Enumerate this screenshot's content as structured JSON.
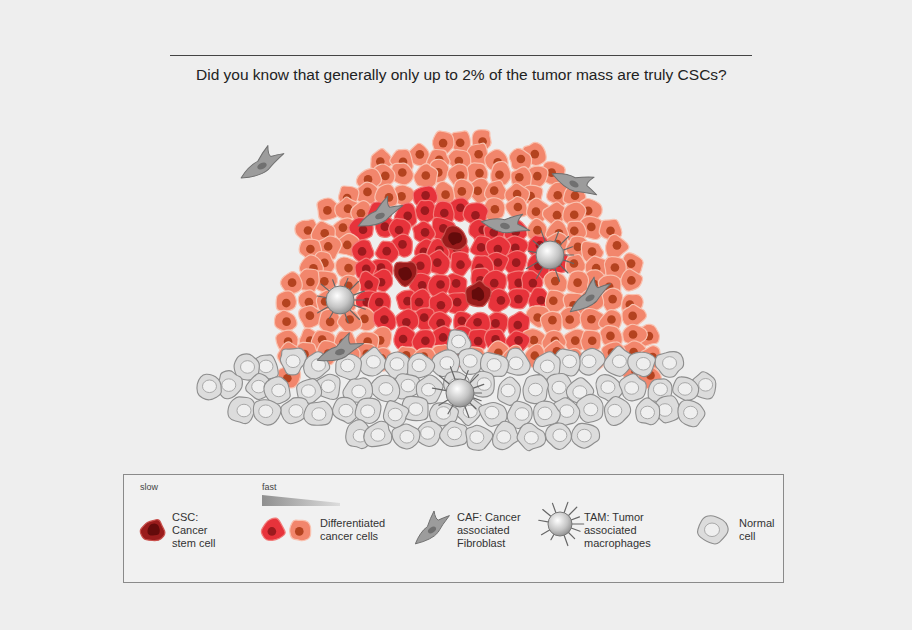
{
  "diagram": {
    "title": "Did you know that generally only up to 2% of the tumor mass are truly CSCs?",
    "labels": [
      "slow",
      "fast"
    ],
    "legend": [
      {
        "text": "CSC: Cancer stem cell"
      },
      {
        "text": "Differentiated cancer cells"
      },
      {
        "text": "CAF: Cancer associated Fibroblast"
      },
      {
        "text": "TAM: Tumor associated macrophages"
      },
      {
        "text": "Normal cell"
      }
    ]
  }
}
